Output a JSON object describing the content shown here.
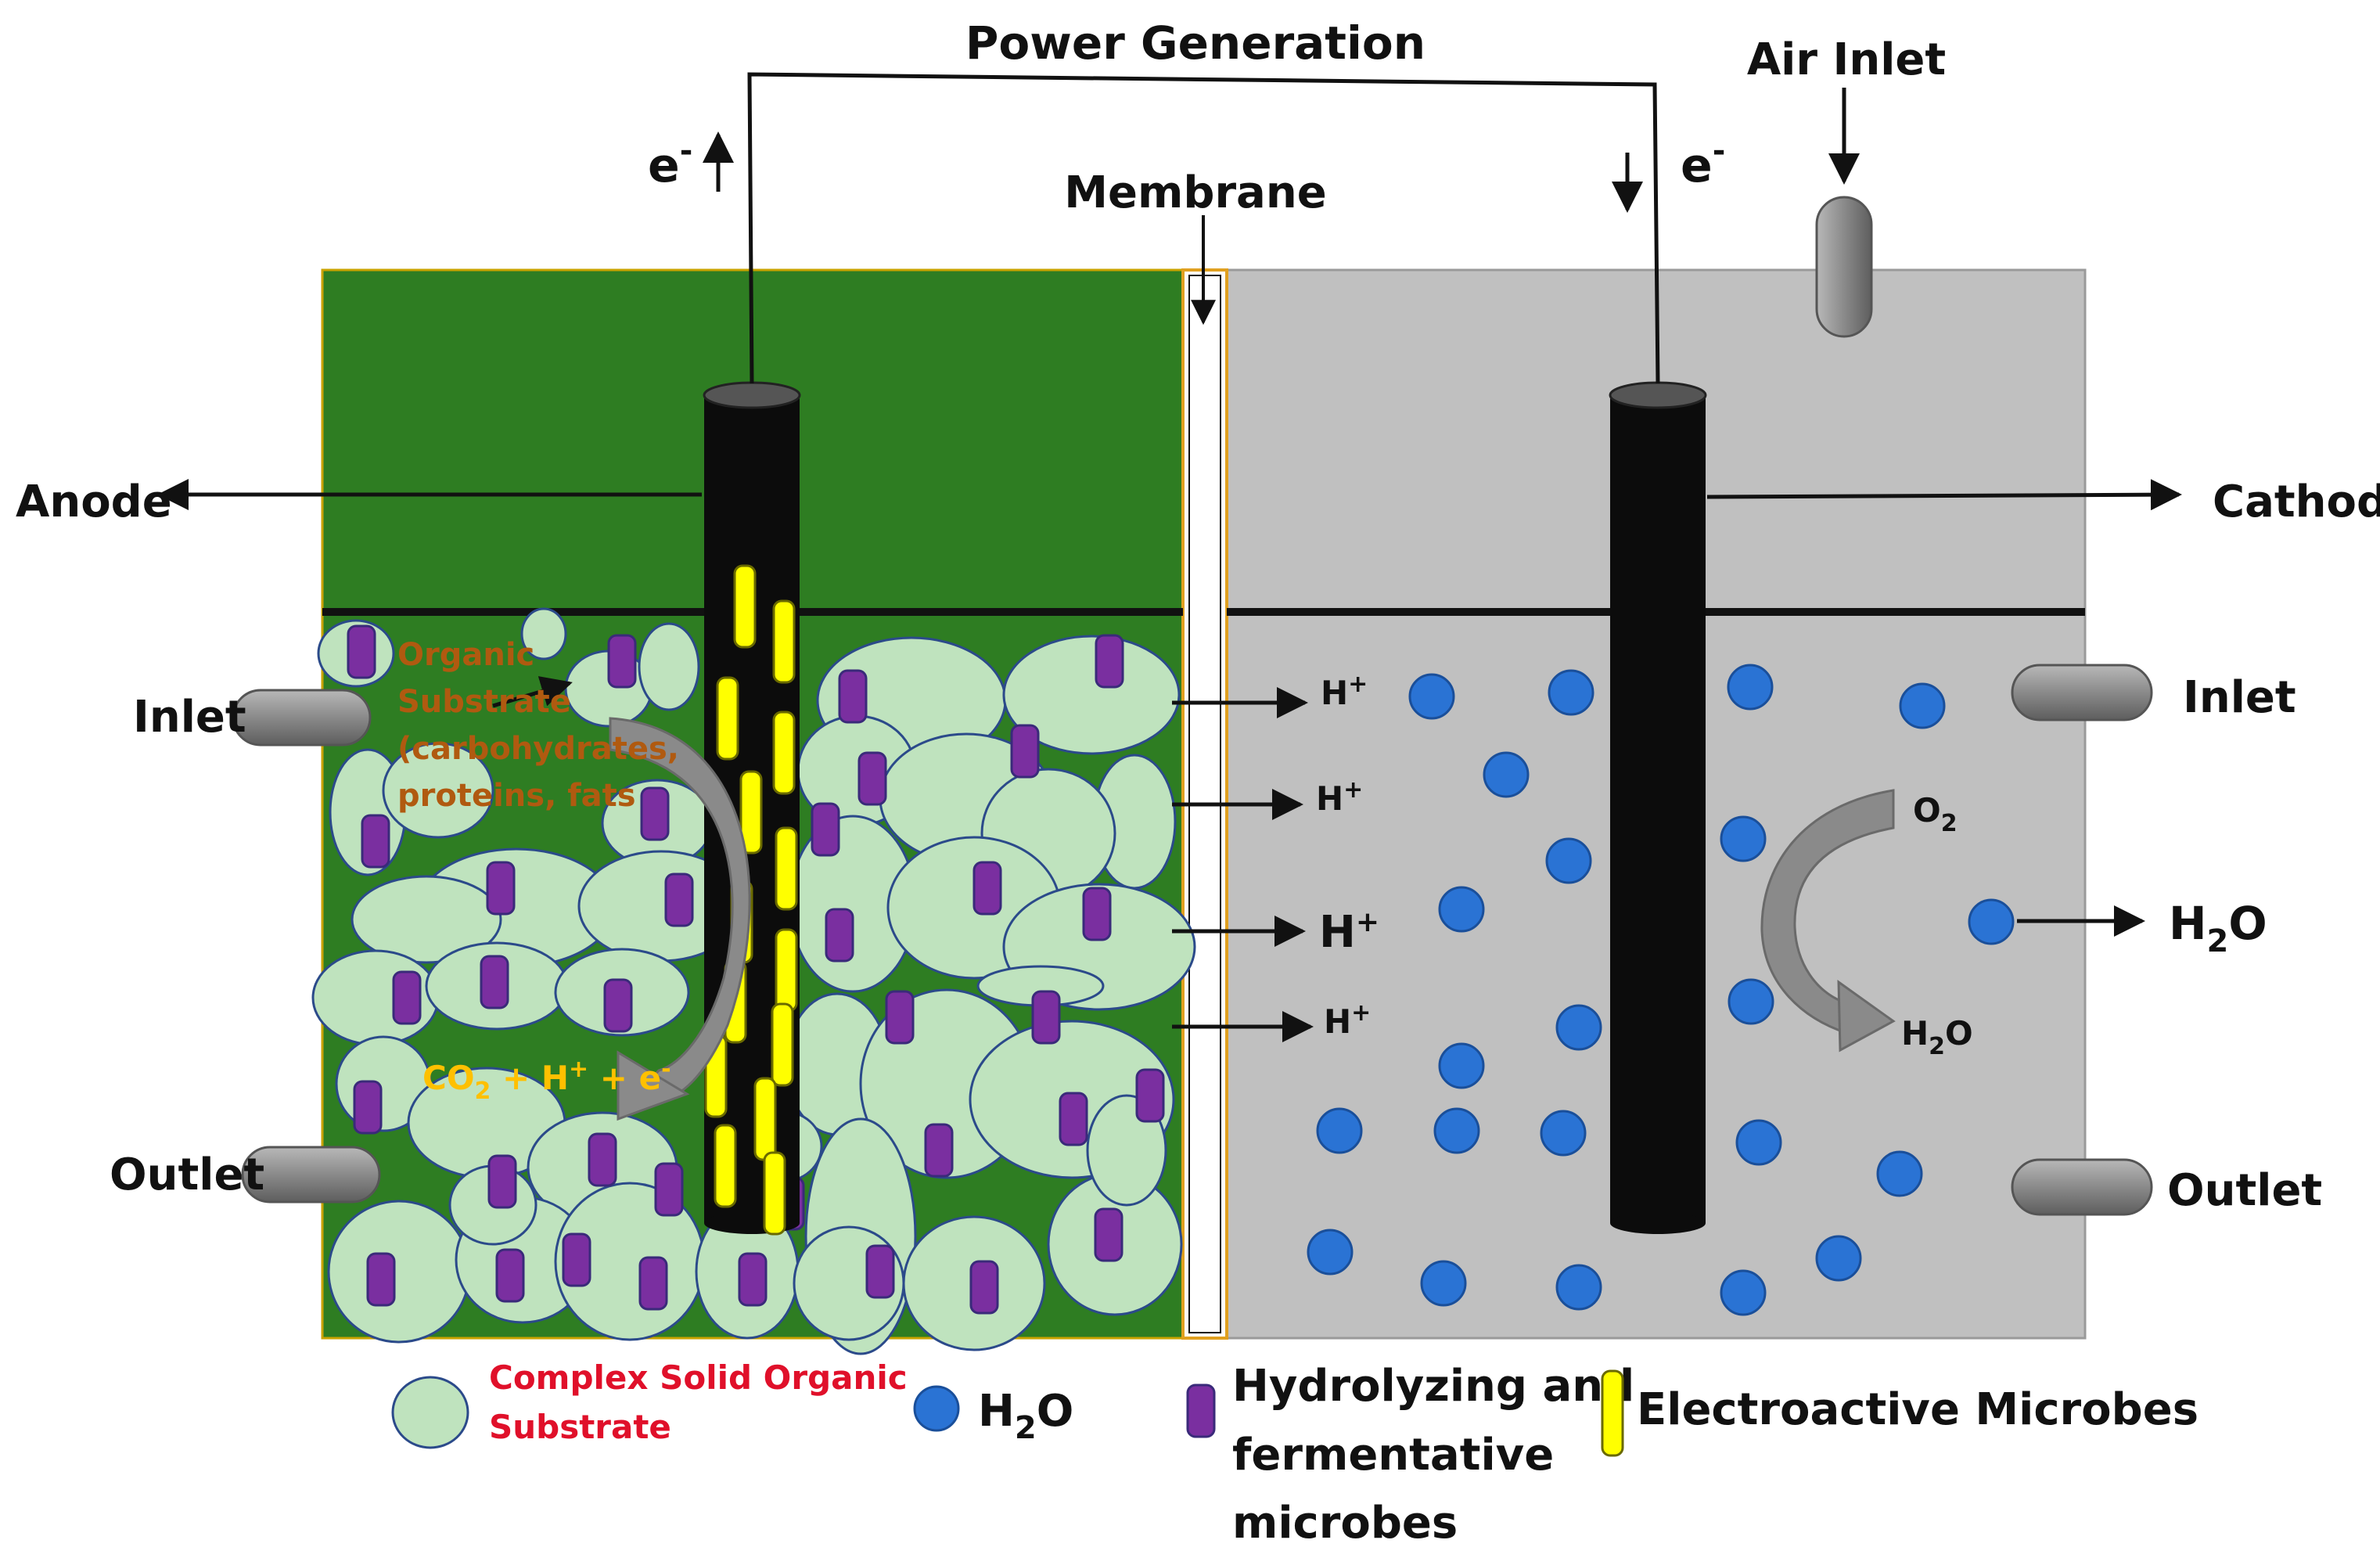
{
  "title": "Power Generation",
  "electron_left": "e",
  "electron_right": "e",
  "electron_charge": "-",
  "membrane": "Membrane",
  "air_inlet": "Air Inlet",
  "anode": "Anode",
  "cathode": "Cathode",
  "left_inlet": "Inlet",
  "left_outlet": "Outlet",
  "right_inlet": "Inlet",
  "right_outlet": "Outlet",
  "organic_substrate_lines": [
    "Organic",
    "Substrate",
    "(carbohydrates,",
    "proteins, fats"
  ],
  "anode_reaction": {
    "co": "CO",
    "sub2": "2",
    "rest": " + H",
    "plus": "+",
    "e": " + e",
    "minus": "-"
  },
  "proton": {
    "h": "H",
    "plus": "+"
  },
  "o2": {
    "o": "O",
    "sub": "2"
  },
  "h2o": {
    "h": "H",
    "sub": "2",
    "o": "O"
  },
  "legend": {
    "substrate": [
      "Complex Solid Organic",
      "Substrate"
    ],
    "water": {
      "h": "H",
      "sub": "2",
      "o": "O"
    },
    "hydrolyzing": [
      "Hydrolyzing and",
      "fermentative",
      "microbes"
    ],
    "electroactive": "Electroactive Microbes"
  },
  "colors": {
    "anode_chamber": "#2e7d22",
    "cathode_chamber": "#c0c0c0",
    "substrate_particle": "#bfe3be",
    "water_droplet": "#2a73d4",
    "hydrolyzing_microbe": "#7a2fa0",
    "electroactive_microbe": "#ffff00",
    "organic_text": "#b05a10",
    "reaction_text": "#ffc000",
    "legend_substrate_text": "#e0102a"
  },
  "icons": [
    "electrode-rod",
    "pipe-stub",
    "curved-arrow",
    "straight-arrow"
  ]
}
